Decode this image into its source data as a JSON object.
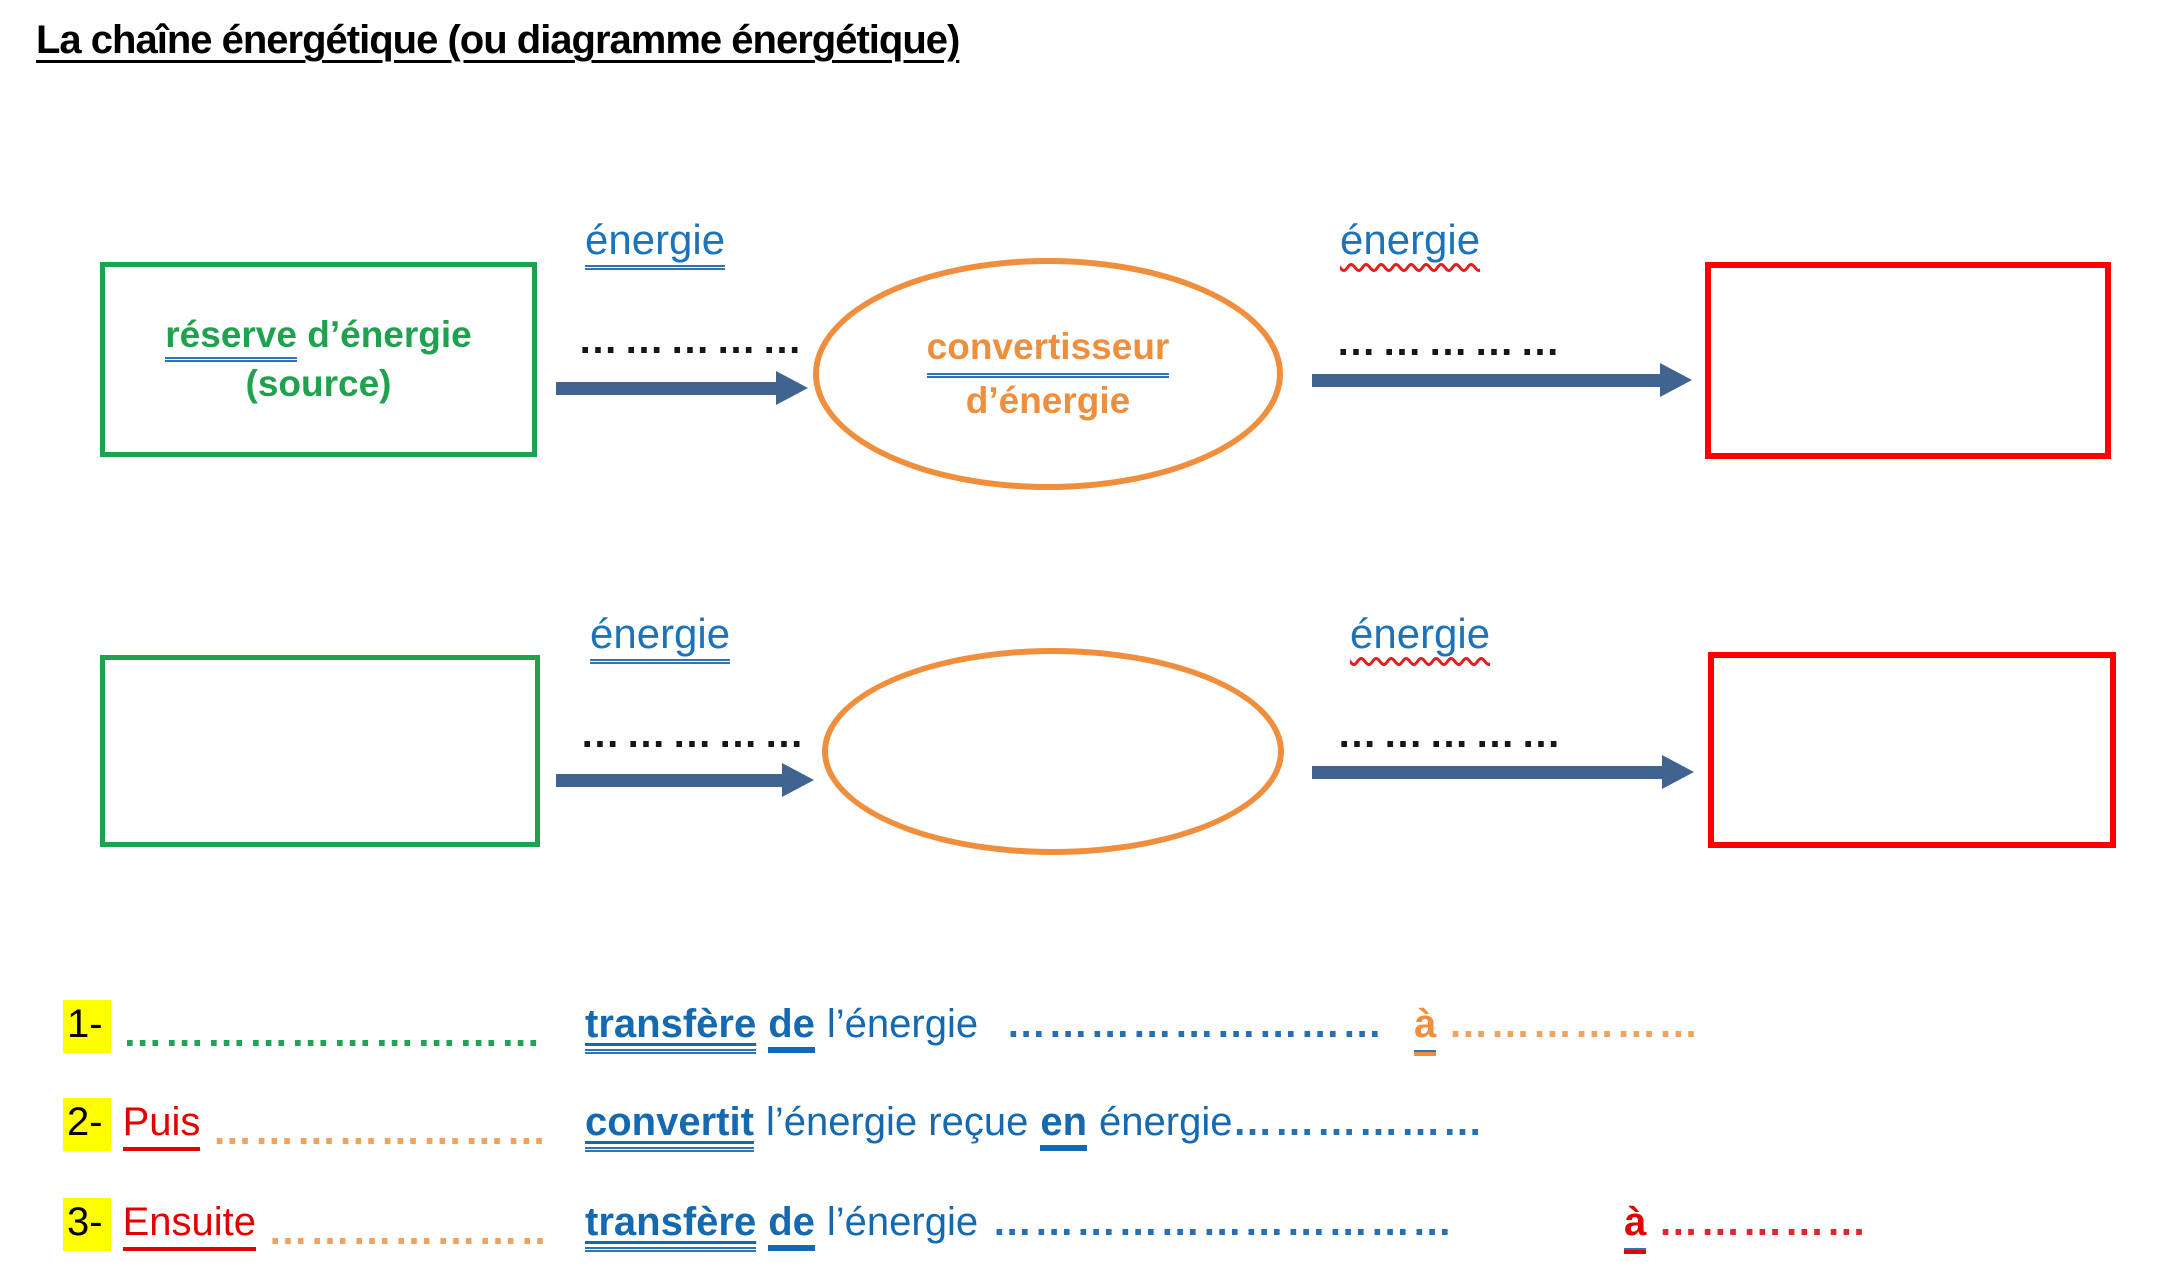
{
  "title": "La chaîne énergétique (ou diagramme énergétique)",
  "colors": {
    "source_green": "#1fa24e",
    "converter_orange": "#ef8f3e",
    "receiver_red": "#fe0000",
    "label_blue": "#1b74bb",
    "text_blue": "#1569b0",
    "arrow_blue": "#40648f",
    "grammar_underline_blue": "#2e75b6",
    "spellcheck_wavy_red": "#e02020",
    "highlight_yellow": "#ffff00",
    "lead_word_red": "#e50000",
    "dots_green": "#21a353",
    "dots_orange": "#efa35f",
    "dots_blue": "#2470b3",
    "dots_red": "#e0252d",
    "dots_black": "#161616"
  },
  "diagram": {
    "row1": {
      "source_word_underlined": "réserve",
      "source_rest": " d’énergie",
      "source_line2": "(source)",
      "energy_label_left": "énergie",
      "transfer_dots_left": "……………",
      "converter_word_underlined": "convertisseur",
      "converter_line2": "d’énergie",
      "energy_label_right": "énergie",
      "transfer_dots_right": "……………"
    },
    "row2": {
      "energy_label_left": "énergie",
      "transfer_dots_left": "……………",
      "energy_label_right": "énergie",
      "transfer_dots_right": "……………"
    }
  },
  "sentences": {
    "s1": {
      "num": "1-",
      "lead_dots": "………………………………",
      "verb": "transfère",
      "prep": "de",
      "object": "l’énergie",
      "mid_dots": "………………………",
      "to": "à",
      "end_dots": "………………"
    },
    "s2": {
      "num": "2-",
      "lead": "Puis",
      "lead_dots": "…………………………",
      "verb": "convertit",
      "object": "l’énergie reçue",
      "prep": "en",
      "object2": "énergie",
      "end_dots": "………………"
    },
    "s3": {
      "num": "3-",
      "lead": "Ensuite",
      "lead_dots": "………………………",
      "verb": "transfère",
      "prep": "de",
      "object": "l’énergie",
      "mid_dots": "……………………………",
      "to": "à",
      "end_dots": "……………"
    }
  }
}
